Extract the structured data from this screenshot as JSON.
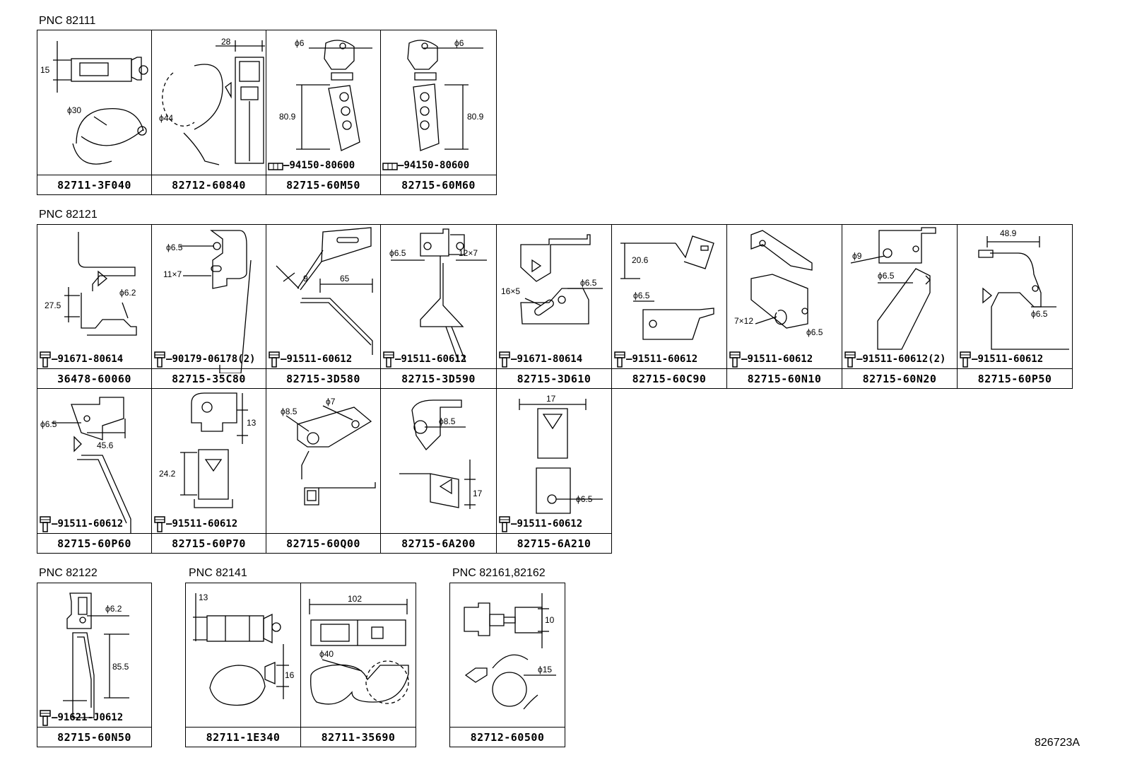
{
  "groups": {
    "g82111": {
      "label": "PNC 82111"
    },
    "g82121": {
      "label": "PNC 82121"
    },
    "g82122": {
      "label": "PNC 82122"
    },
    "g82141": {
      "label": "PNC 82141"
    },
    "g82161": {
      "label": "PNC 82161,82162"
    }
  },
  "cells": {
    "c1": {
      "part": "82711-3F040",
      "dims": [
        "15",
        "ϕ30"
      ]
    },
    "c2": {
      "part": "82712-60840",
      "dims": [
        "28",
        "ϕ44"
      ]
    },
    "c3": {
      "part": "82715-60M50",
      "dims": [
        "ϕ6",
        "80.9"
      ],
      "bolt": "94150-80600"
    },
    "c4": {
      "part": "82715-60M60",
      "dims": [
        "ϕ6",
        "80.9"
      ],
      "bolt": "94150-80600"
    },
    "c5": {
      "part": "36478-60060",
      "dims": [
        "27.5",
        "ϕ6.2"
      ],
      "bolt": "91671-80614"
    },
    "c6": {
      "part": "82715-35C80",
      "dims": [
        "ϕ6.5",
        "11×7"
      ],
      "bolt": "90179-06178(2)"
    },
    "c7": {
      "part": "82715-3D580",
      "dims": [
        "9",
        "65"
      ],
      "bolt": "91511-60612"
    },
    "c8": {
      "part": "82715-3D590",
      "dims": [
        "ϕ6.5",
        "12×7"
      ],
      "bolt": "91511-60612"
    },
    "c9": {
      "part": "82715-3D610",
      "dims": [
        "16×5",
        "ϕ6.5"
      ],
      "bolt": "91671-80614"
    },
    "c10": {
      "part": "82715-60C90",
      "dims": [
        "20.6",
        "ϕ6.5"
      ],
      "bolt": "91511-60612"
    },
    "c11": {
      "part": "82715-60N10",
      "dims": [
        "7×12",
        "ϕ6.5"
      ],
      "bolt": "91511-60612"
    },
    "c12": {
      "part": "82715-60N20",
      "dims": [
        "ϕ9",
        "ϕ6.5"
      ],
      "bolt": "91511-60612(2)"
    },
    "c13": {
      "part": "82715-60P50",
      "dims": [
        "48.9",
        "ϕ6.5"
      ],
      "bolt": "91511-60612"
    },
    "c14": {
      "part": "82715-60P60",
      "dims": [
        "ϕ6.5",
        "45.6"
      ],
      "bolt": "91511-60612"
    },
    "c15": {
      "part": "82715-60P70",
      "dims": [
        "13",
        "24.2"
      ],
      "bolt": "91511-60612"
    },
    "c16": {
      "part": "82715-60Q00",
      "dims": [
        "ϕ8.5",
        "ϕ7"
      ]
    },
    "c17": {
      "part": "82715-6A200",
      "dims": [
        "ϕ8.5",
        "17"
      ]
    },
    "c18": {
      "part": "82715-6A210",
      "dims": [
        "17",
        "ϕ6.5"
      ],
      "bolt": "91511-60612"
    },
    "c19": {
      "part": "82715-60N50",
      "dims": [
        "ϕ6.2",
        "85.5"
      ],
      "bolt": "91621-J0612"
    },
    "c20": {
      "part": "82711-1E340",
      "dims": [
        "13",
        "16"
      ]
    },
    "c21": {
      "part": "82711-35690",
      "dims": [
        "102",
        "ϕ40"
      ]
    },
    "c22": {
      "part": "82712-60500",
      "dims": [
        "10",
        "ϕ15"
      ]
    }
  },
  "footer": {
    "code": "826723A"
  },
  "icons": {
    "bolt": "bolt-icon",
    "clip": "clip-icon",
    "bracket": "bracket-icon"
  }
}
